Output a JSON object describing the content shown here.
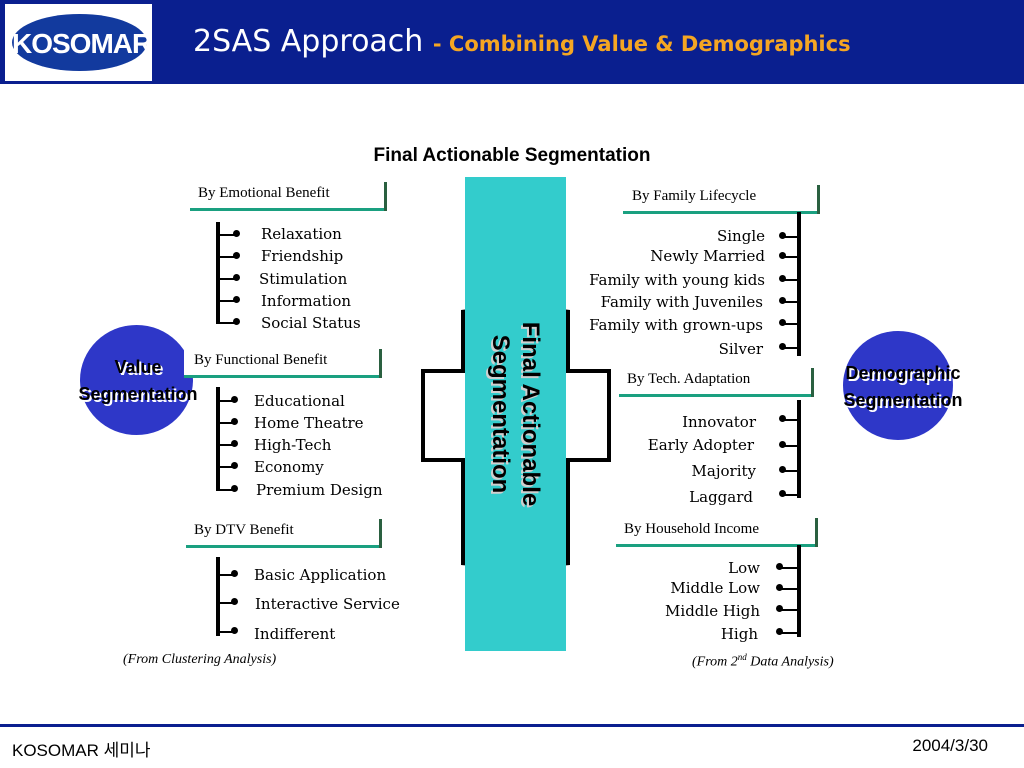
{
  "header": {
    "logo_text": "KOSOMAR",
    "title": "2SAS Approach",
    "subtitle": "- Combining Value & Demographics"
  },
  "diagram": {
    "main_title": "Final Actionable Segmentation",
    "center_lines": [
      "Final Actionable",
      "Segmentation"
    ],
    "left_circle": [
      "Value",
      "Segmentation"
    ],
    "right_circle": [
      "Demographic",
      "Segmentation"
    ],
    "left_groups": [
      {
        "heading": "By Emotional Benefit",
        "items": [
          "Relaxation",
          "Friendship",
          "Stimulation",
          "Information",
          "Social Status"
        ]
      },
      {
        "heading": "By Functional Benefit",
        "items": [
          "Educational",
          "Home Theatre",
          "High-Tech",
          "Economy",
          "Premium Design"
        ]
      },
      {
        "heading": "By DTV Benefit",
        "items": [
          "Basic Application",
          "Interactive Service",
          "Indifferent"
        ]
      }
    ],
    "right_groups": [
      {
        "heading": "By Family Lifecycle",
        "items": [
          "Single",
          "Newly Married",
          "Family with young kids",
          "Family with Juveniles",
          "Family with grown-ups",
          "Silver"
        ]
      },
      {
        "heading": "By Tech. Adaptation",
        "items": [
          "Innovator",
          "Early Adopter",
          "Majority",
          "Laggard"
        ]
      },
      {
        "heading": "By Household Income",
        "items": [
          "Low",
          "Middle Low",
          "Middle High",
          "High"
        ]
      }
    ],
    "left_note": "(From Clustering Analysis)",
    "right_note_prefix": "(From 2",
    "right_note_sup": "nd",
    "right_note_suffix": " Data Analysis)"
  },
  "footer": {
    "left": "KOSOMAR 세미나",
    "right": "2004/3/30"
  }
}
